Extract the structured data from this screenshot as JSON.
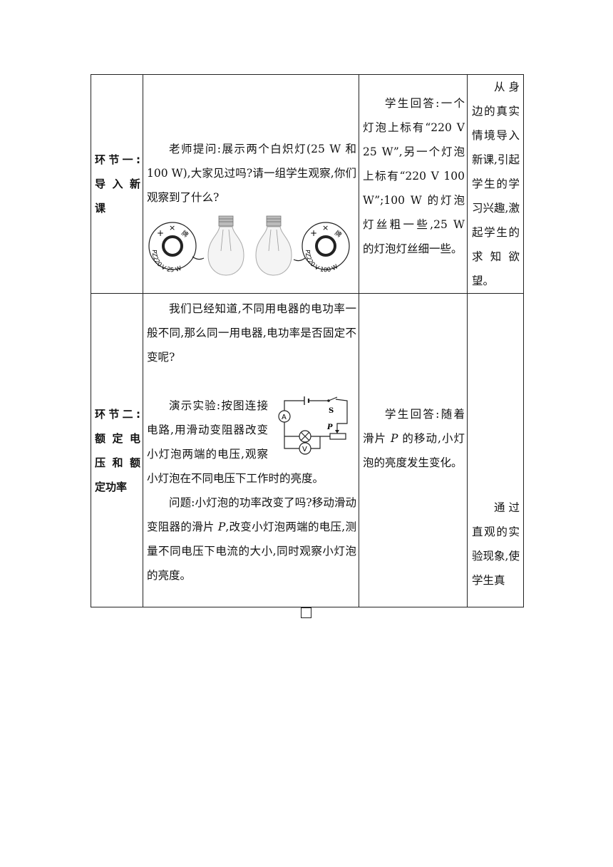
{
  "rows": [
    {
      "stage": [
        "环节一:",
        "导入新",
        "课"
      ],
      "teacher": "老师提问:展示两个白炽灯(25 W 和 100 W),大家见过吗?请一组学生观察,你们观察到了什么?",
      "student": "学生回答:一个灯泡上标有“220 V 25 W”,另一个灯泡上标有“220 V 100 W”;100 W 的灯泡灯丝粗一些,25 W 的灯泡灯丝细一些。",
      "intent": "从身边的真实情境导入新课,引起学生的学习兴趣,激起学生的求知欲望。"
    },
    {
      "stage": [
        "环节二:",
        "额定电",
        "压和额",
        "定功率"
      ],
      "teacher_p1": "我们已经知道,不同用电器的电功率一般不同,那么同一用电器,电功率是否固定不变呢?",
      "teacher_p2": "演示实验:按图连接电路,用滑动变阻器改变小灯泡两端的电压,观察小灯泡在不同电压下工作时的亮度。",
      "teacher_p3_a": "问题:小灯泡的功率改变了吗?移动滑动变阻器的滑片 ",
      "teacher_p3_var": "P",
      "teacher_p3_b": ",改变小灯泡两端的电压,测量不同电压下电流的大小,同时观察小灯泡的亮度。",
      "student_a": "学生回答:随着滑片 ",
      "student_var": "P",
      "student_b": " 的移动,小灯泡的亮度发生变化。",
      "intent": "通过直观的实验现象,使学生真"
    }
  ],
  "labels": {
    "label_left": "PZ220 V 25 W",
    "label_right": "PZ220 V 100 W",
    "brand": "牌",
    "plus": "+",
    "cross": "×",
    "ammeter": "A",
    "voltmeter": "V",
    "switch": "S",
    "slider": "P"
  }
}
